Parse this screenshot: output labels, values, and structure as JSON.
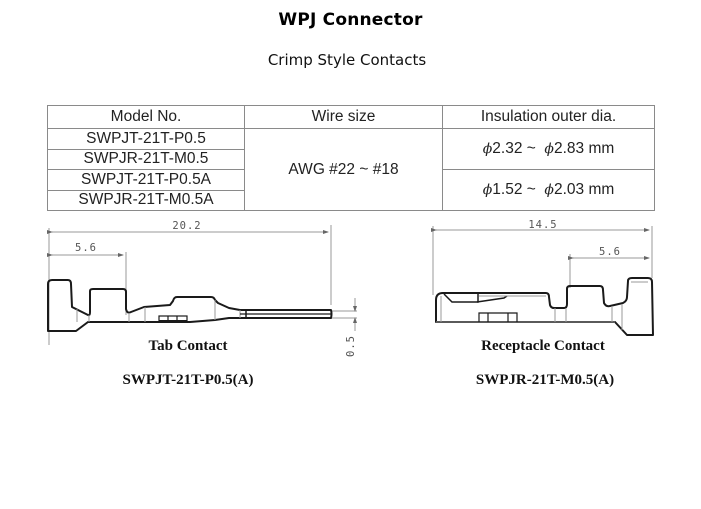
{
  "header": {
    "title": "WPJ Connector",
    "subtitle": "Crimp Style Contacts"
  },
  "table": {
    "columns": [
      "Model No.",
      "Wire size",
      "Insulation outer dia."
    ],
    "models": [
      "SWPJT-21T-P0.5",
      "SWPJR-21T-M0.5",
      "SWPJT-21T-P0.5A",
      "SWPJR-21T-M0.5A"
    ],
    "wire_size": "AWG #22 ~ #18",
    "insulation": [
      {
        "phi": "ϕ",
        "from": "2.32 ~",
        "to": "2.83 mm"
      },
      {
        "phi": "ϕ",
        "from": "1.52 ~",
        "to": "2.03 mm"
      }
    ]
  },
  "tab_contact": {
    "dim_overall": "20.2",
    "dim_crimp": "5.6",
    "dim_thickness": "0.5",
    "name": "Tab Contact",
    "model": "SWPJT-21T-P0.5(A)"
  },
  "receptacle_contact": {
    "dim_overall": "14.5",
    "dim_crimp": "5.6",
    "name": "Receptacle Contact",
    "model": "SWPJR-21T-M0.5(A)"
  },
  "colors": {
    "outline": "#1a1a1a",
    "dimension": "#9a9a9a",
    "table_border": "#8a8a8a"
  }
}
